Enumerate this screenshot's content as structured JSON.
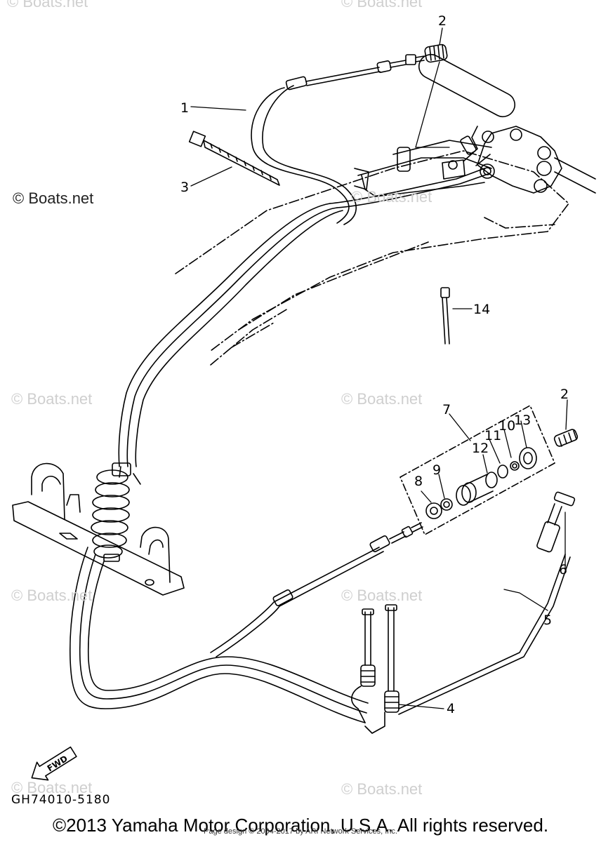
{
  "callouts": [
    {
      "id": "1",
      "label": "1"
    },
    {
      "id": "2a",
      "label": "2"
    },
    {
      "id": "3",
      "label": "3"
    },
    {
      "id": "14",
      "label": "14"
    },
    {
      "id": "7",
      "label": "7"
    },
    {
      "id": "2b",
      "label": "2"
    },
    {
      "id": "12",
      "label": "12"
    },
    {
      "id": "11",
      "label": "11"
    },
    {
      "id": "10",
      "label": "10"
    },
    {
      "id": "13",
      "label": "13"
    },
    {
      "id": "8",
      "label": "8"
    },
    {
      "id": "9",
      "label": "9"
    },
    {
      "id": "6",
      "label": "6"
    },
    {
      "id": "5",
      "label": "5"
    },
    {
      "id": "4",
      "label": "4"
    }
  ],
  "direction_arrow": {
    "label": "FWD"
  },
  "watermarks": {
    "text": "© Boats.net",
    "prominent": "© Boats.net"
  },
  "part_code": "GH74010-5180",
  "copyright": "©2013 Yamaha Motor Corporation, U.S.A. All rights reserved.",
  "page_design": "Page design © 2004-2017 by ARI Network Services, Inc."
}
